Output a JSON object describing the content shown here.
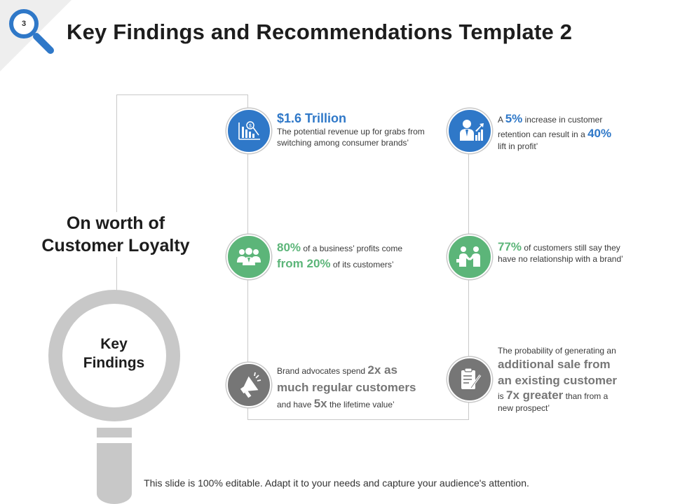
{
  "header": {
    "page_number": "3",
    "title": "Key Findings and Recommendations Template 2"
  },
  "left": {
    "subject_line1": "On worth of",
    "subject_line2": "Customer Loyalty",
    "key_line1": "Key",
    "key_line2": "Findings"
  },
  "findings": {
    "f1": {
      "icon": "chart-dollar-icon",
      "headline": "$1.6 Trillion",
      "line1": "The potential revenue  up for grabs from",
      "line2": "switching among consumer brands’"
    },
    "f2": {
      "icon": "businessman-growth-icon",
      "w1": "A ",
      "s1": "5%",
      "w2": " increase in customer",
      "w3": "retention can result in a ",
      "s2": "40%",
      "w4": "lift in profit’"
    },
    "f3": {
      "icon": "team-icon",
      "s1": "80%",
      "w1": " of a business’ profits come",
      "s2": "from 20%",
      "w2": " of its customers’"
    },
    "f4": {
      "icon": "handshake-icon",
      "s1": "77%",
      "w1": " of customers still say they",
      "w2": "have no relationship with a brand’"
    },
    "f5": {
      "icon": "megaphone-icon",
      "w1": "Brand advocates spend ",
      "s1": "2x as",
      "s2": "much regular customers",
      "w2": "and have ",
      "s3": "5x",
      "w3": " the lifetime value’"
    },
    "f6": {
      "icon": "clipboard-icon",
      "w1": "The probability of generating an",
      "s1": "additional sale from",
      "s2": "an existing customer",
      "w2": "is ",
      "s3": "7x greater",
      "w3": " than from a",
      "w4": "new prospect’"
    }
  },
  "footer": {
    "text": "This slide is 100% editable. Adapt it to your needs and capture your audience's attention."
  },
  "colors": {
    "blue": "#2f78c8",
    "green": "#5cb579",
    "gray": "#767676",
    "line": "#c9c9c9"
  }
}
